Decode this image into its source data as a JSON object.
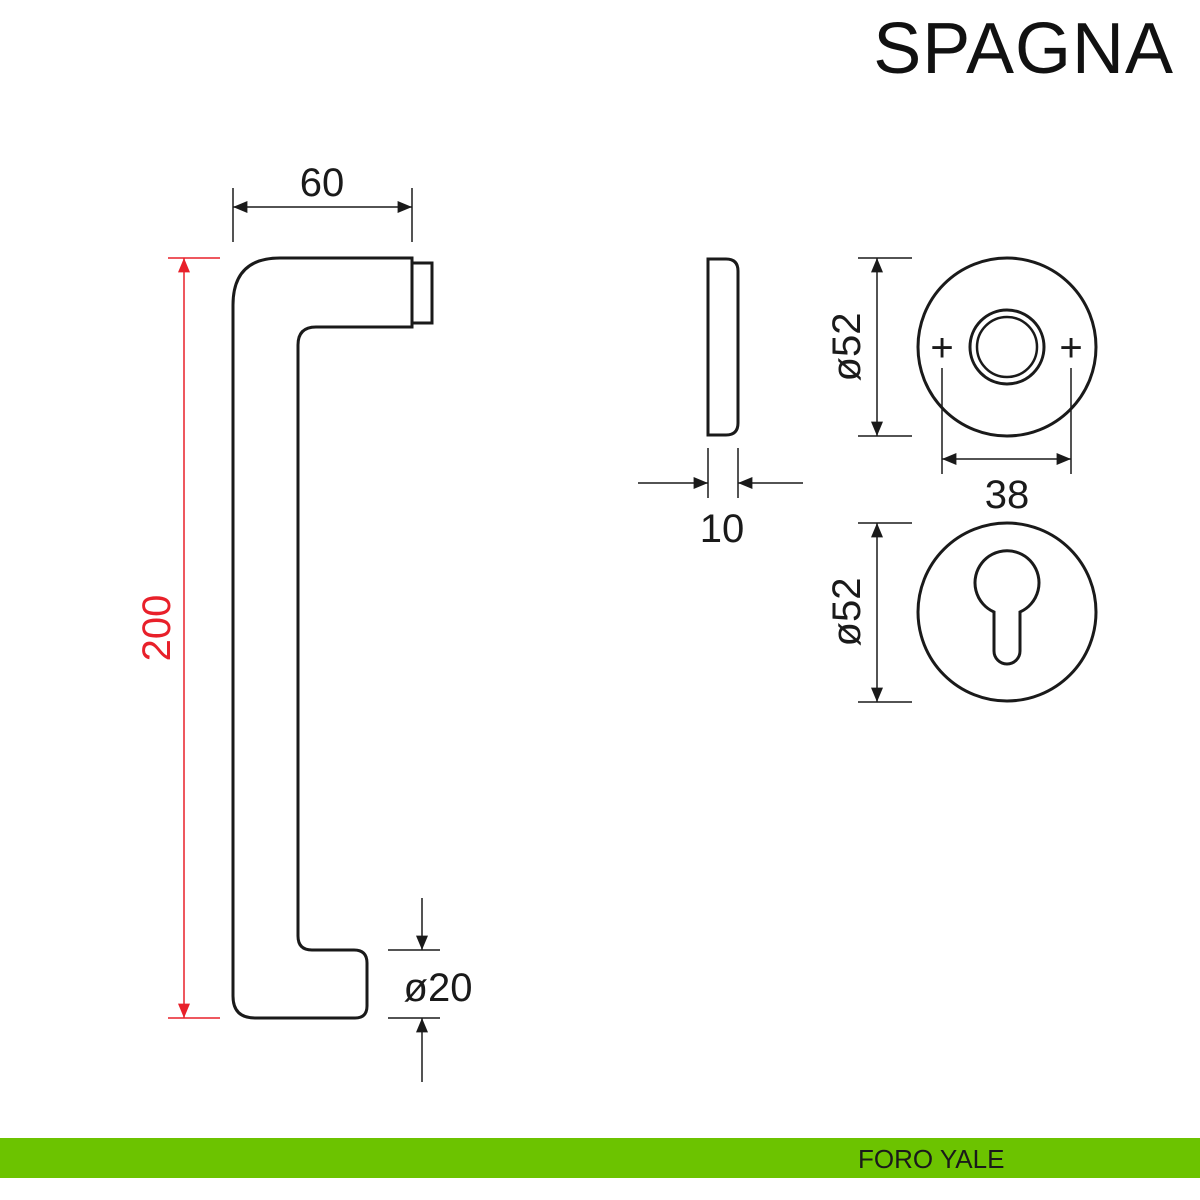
{
  "title": "SPAGNA",
  "footer": {
    "label": "FORO YALE",
    "bar_color": "#6cc300"
  },
  "colors": {
    "outline": "#1a1a1a",
    "dimension": "#1a1a1a",
    "highlight_dimension": "#e8202a"
  },
  "dimensions": {
    "handle_projection": "60",
    "handle_length": "200",
    "grip_diameter": "ø20",
    "rose_thickness": "10",
    "rose_diameter_top": "ø52",
    "screw_spacing": "38",
    "rose_diameter_bottom": "ø52"
  },
  "symbols": {
    "screw_mark": "+"
  }
}
